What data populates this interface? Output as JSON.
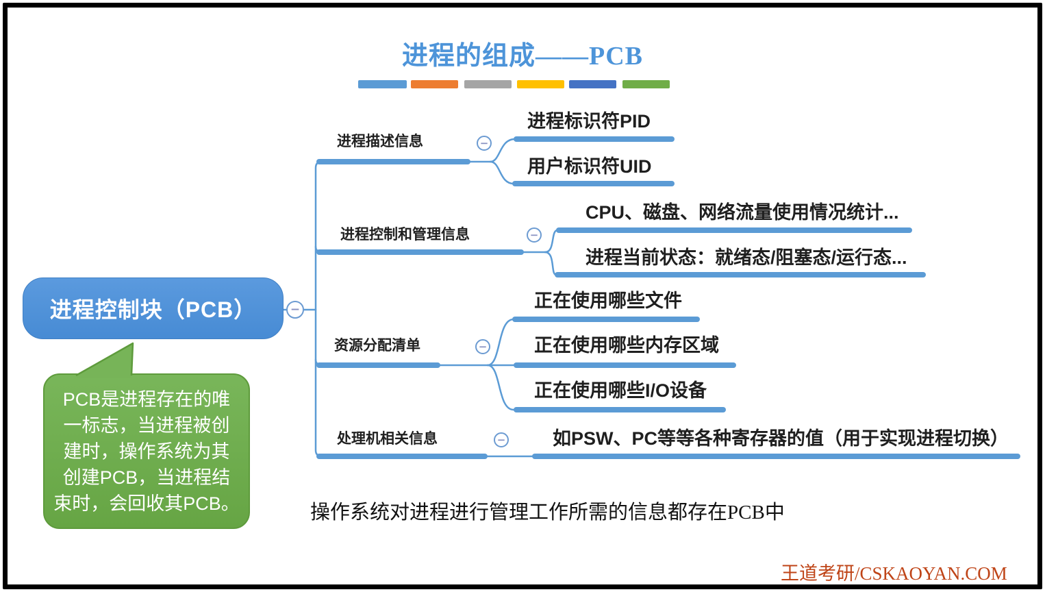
{
  "title": "进程的组成——PCB",
  "divider_colors": [
    "#5B9BD5",
    "#ED7D31",
    "#A5A5A5",
    "#FFC000",
    "#4472C4",
    "#70AD47"
  ],
  "icons": {
    "collapse_glyph": "−"
  },
  "colors": {
    "title_blue": "#4D94D9",
    "branch_blue": "#5B9BD5",
    "root_fill": "#4C90DA",
    "callout_green": "#6FAD4B",
    "callout_border": "#5E9B3C",
    "watermark_red": "#BF4417"
  },
  "root": {
    "label": "进程控制块（PCB）"
  },
  "callout": {
    "lines": [
      "PCB是进程存在的唯",
      "一标志，当进程被创",
      "建时，操作系统为其",
      "创建PCB，当进程结",
      "束时，会回收其PCB。"
    ]
  },
  "branches": [
    {
      "label": "进程描述信息",
      "children": [
        "进程标识符PID",
        "用户标识符UID"
      ]
    },
    {
      "label": "进程控制和管理信息",
      "children": [
        "CPU、磁盘、网络流量使用情况统计...",
        "进程当前状态：就绪态/阻塞态/运行态..."
      ]
    },
    {
      "label": "资源分配清单",
      "children": [
        "正在使用哪些文件",
        "正在使用哪些内存区域",
        "正在使用哪些I/O设备"
      ]
    },
    {
      "label": "处理机相关信息",
      "children": [
        "如PSW、PC等等各种寄存器的值（用于实现进程切换）"
      ]
    }
  ],
  "footnote": "操作系统对进程进行管理工作所需的信息都存在PCB中",
  "watermark": "王道考研/CSKAOYAN.COM"
}
